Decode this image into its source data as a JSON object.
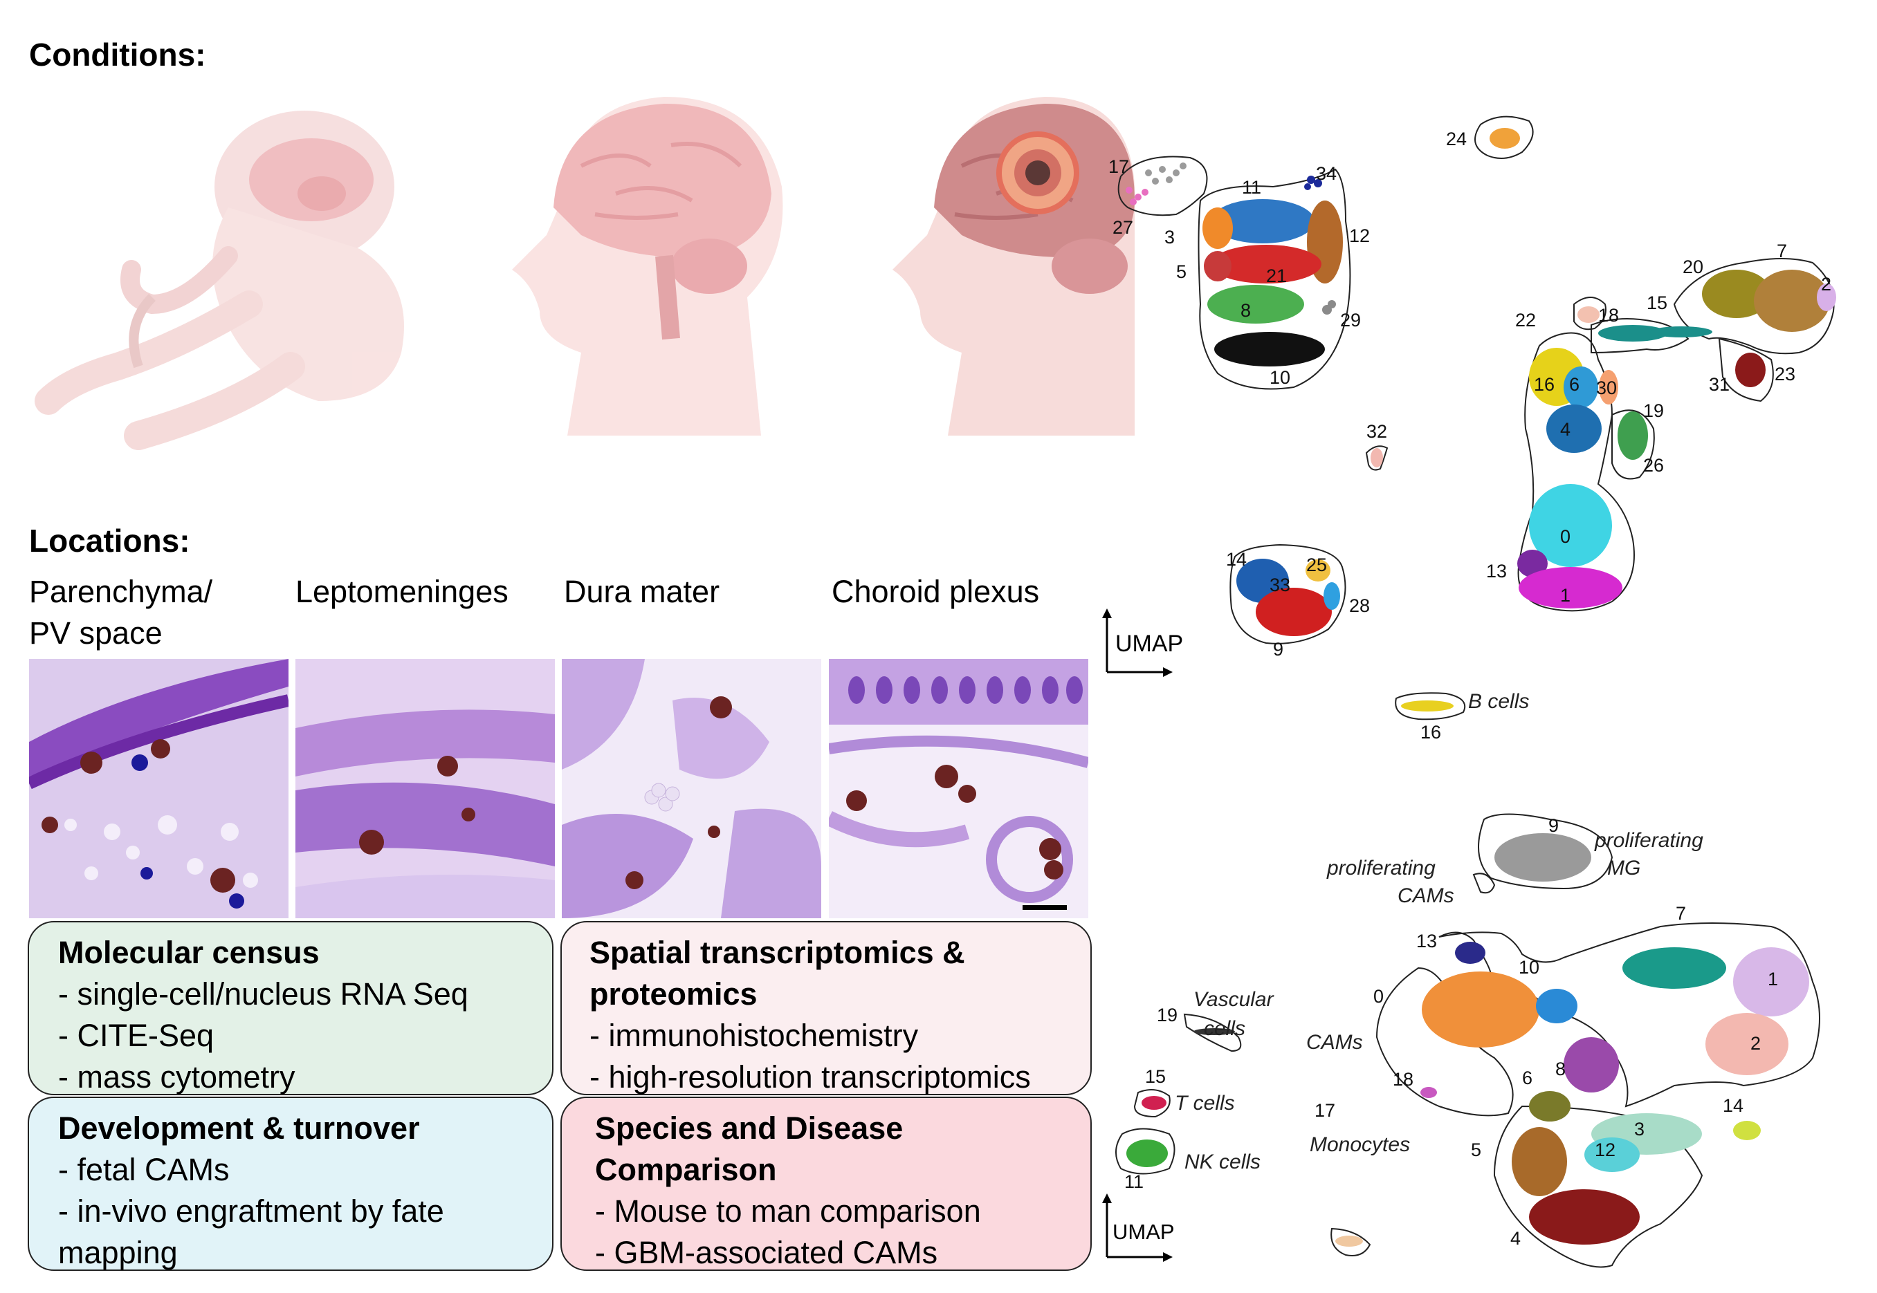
{
  "conditions_heading": "Conditions:",
  "locations_heading": "Locations:",
  "locations": [
    {
      "label_lines": [
        "Parenchyma/",
        "PV space"
      ]
    },
    {
      "label_lines": [
        "Leptomeninges"
      ]
    },
    {
      "label_lines": [
        "Dura mater"
      ]
    },
    {
      "label_lines": [
        "Choroid plexus"
      ]
    }
  ],
  "panels": {
    "molecular": {
      "title": "Molecular census",
      "items": [
        "- single-cell/nucleus RNA Seq",
        "- CITE-Seq",
        "- mass cytometry"
      ],
      "color": "#e3f1e7"
    },
    "spatial": {
      "title_lines": [
        "Spatial transcriptomics &",
        "proteomics"
      ],
      "items": [
        "- immunohistochemistry",
        "- high-resolution transcriptomics"
      ],
      "color": "#fbeef0"
    },
    "development": {
      "title": "Development & turnover",
      "items": [
        "- fetal CAMs",
        "- in-vivo engraftment by fate",
        "mapping"
      ],
      "color": "#e1f3f8"
    },
    "species": {
      "title_lines": [
        "Species and Disease",
        "Comparison"
      ],
      "items": [
        "- Mouse to man comparison",
        "- GBM-associated CAMs"
      ],
      "color": "#fbd9de"
    }
  },
  "umap_axis_label": "UMAP",
  "umap_top": {
    "cluster_labels": [
      "17",
      "27",
      "3",
      "5",
      "11",
      "34",
      "12",
      "21",
      "8",
      "29",
      "10",
      "24",
      "22",
      "18",
      "15",
      "20",
      "7",
      "2",
      "31",
      "23",
      "16",
      "6",
      "30",
      "4",
      "19",
      "26",
      "0",
      "13",
      "1",
      "32",
      "14",
      "25",
      "33",
      "28",
      "9",
      "16"
    ],
    "annotations": [
      "B cells"
    ]
  },
  "umap_bottom": {
    "cluster_labels": [
      "9",
      "13",
      "10",
      "0",
      "7",
      "1",
      "2",
      "18",
      "6",
      "8",
      "3",
      "12",
      "14",
      "5",
      "4",
      "19",
      "15",
      "11",
      "17"
    ],
    "annotations": [
      "proliferating",
      "MG",
      "proliferating",
      "CAMs",
      "CAMs",
      "Vascular",
      "cells",
      "T cells",
      "NK cells",
      "Monocytes"
    ]
  },
  "colors": {
    "cell_body": "#6a2420",
    "tissue_purple": "#b07fd0",
    "scale_bar": "#000000"
  }
}
